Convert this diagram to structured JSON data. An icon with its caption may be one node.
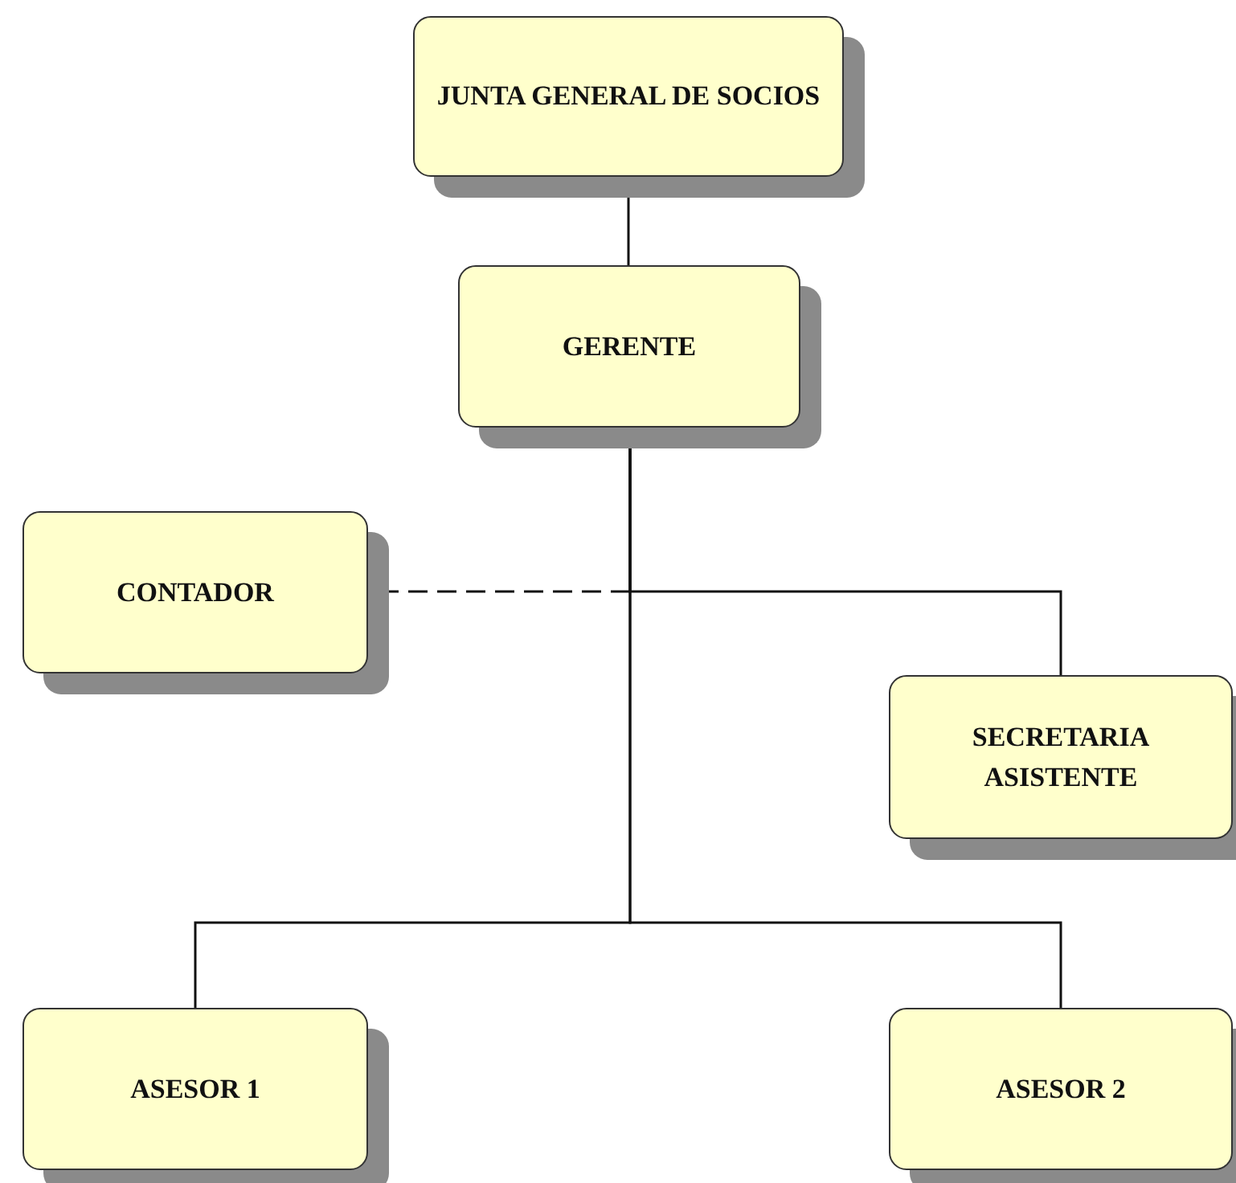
{
  "diagram": {
    "nodes": [
      {
        "text": [
          "JUNTA GENERAL DE SOCIOS"
        ]
      },
      {
        "text": [
          "GERENTE"
        ]
      },
      {
        "text": [
          "CONTADOR"
        ]
      },
      {
        "text": [
          "SECRETARIA ASISTENTE"
        ]
      },
      {
        "text": [
          "ASESOR 1"
        ]
      },
      {
        "text": [
          "ASESOR 2"
        ]
      }
    ],
    "edges": [
      {
        "from": 0,
        "to": 1,
        "arrow": "none"
      },
      {
        "from": 1,
        "to": 2,
        "arrow": "none",
        "style": "dashed"
      },
      {
        "from": 1,
        "to": 3,
        "arrow": "none"
      },
      {
        "from": 1,
        "to": 4,
        "arrow": "none"
      },
      {
        "from": 1,
        "to": 5,
        "arrow": "none"
      }
    ]
  }
}
